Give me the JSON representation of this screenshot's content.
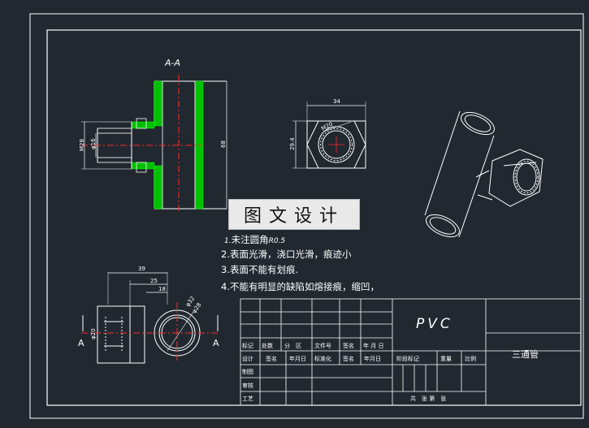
{
  "colors": {
    "background": "#212830",
    "line": "#ffffff",
    "section": "#00d000",
    "centerline": "#ff2a2a",
    "dim": "#ffffff"
  },
  "views": {
    "section_label": "A-A",
    "dims_section": {
      "outer_dia": "M28",
      "bore": "φ16",
      "height": "68"
    },
    "dims_top": {
      "width": "34",
      "across_flats": "29.4",
      "thread": "M20"
    },
    "dims_side": {
      "len_39": "39",
      "len_25": "25",
      "len_18": "18",
      "dia_20": "φ20",
      "dia_32": "φ32",
      "dia_28": "φ28",
      "cut": "A"
    }
  },
  "watermark": "图文设计",
  "notes": [
    {
      "num": "1.",
      "text": "未注圆角",
      "extra": "R0.5"
    },
    {
      "num": "2.",
      "text": "表面光滑，浇口光滑，痕迹小",
      "extra": ""
    },
    {
      "num": "3.",
      "text": "表面不能有划痕.",
      "extra": ""
    },
    {
      "num": "4.",
      "text": "不能有明显的缺陷如熔接痕，缩凹，",
      "extra": ""
    }
  ],
  "title_block": {
    "material": "PVC",
    "part_name": "三通管",
    "row1": [
      "标记",
      "处数",
      "分　区",
      "文件号",
      "签名",
      "年 月 日"
    ],
    "row2": [
      "设计",
      "签名",
      "年月日",
      "标准化",
      "签名",
      "年月日"
    ],
    "row3": [
      "制图"
    ],
    "row4": [
      "审核"
    ],
    "row5": [
      "工艺"
    ],
    "stage": "阶段标记",
    "weight": "重量",
    "scale": "比例",
    "sheets": "共　张 第　张"
  }
}
